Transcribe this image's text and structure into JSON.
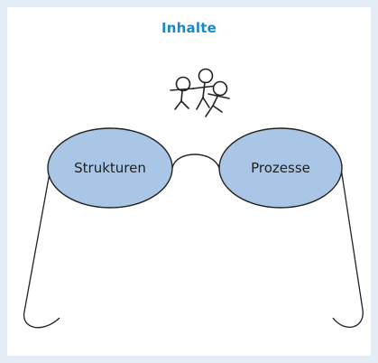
{
  "title": "Inhalte",
  "lenses": {
    "left_label": "Strukturen",
    "right_label": "Prozesse"
  },
  "colors": {
    "background": "#e4ecf5",
    "title": "#1b88c6",
    "lens_fill": "#aac6e6",
    "line": "#222222"
  },
  "icons": [
    "stick-figures-icon"
  ]
}
